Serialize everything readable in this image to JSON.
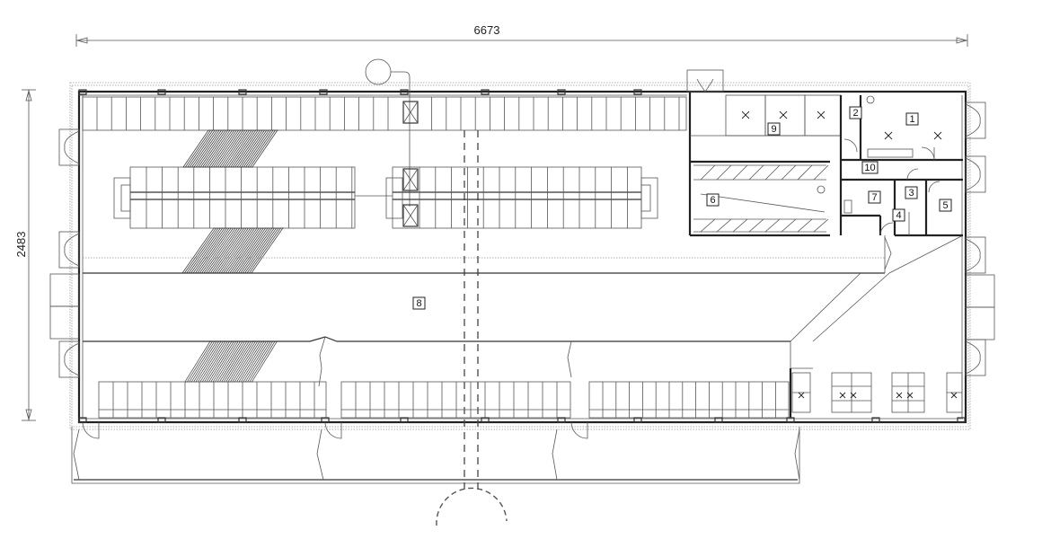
{
  "drawing": {
    "type": "architectural floor plan",
    "dimensions": {
      "width_label": "6673",
      "height_label": "2483"
    },
    "rooms": [
      {
        "id": "1",
        "label": "1"
      },
      {
        "id": "2",
        "label": "2"
      },
      {
        "id": "3",
        "label": "3"
      },
      {
        "id": "4",
        "label": "4"
      },
      {
        "id": "5",
        "label": "5"
      },
      {
        "id": "6",
        "label": "6"
      },
      {
        "id": "7",
        "label": "7"
      },
      {
        "id": "8",
        "label": "8"
      },
      {
        "id": "9",
        "label": "9"
      },
      {
        "id": "10",
        "label": "10"
      }
    ],
    "colors": {
      "line": "#222222",
      "thin_line": "#555555",
      "background": "#ffffff"
    }
  }
}
